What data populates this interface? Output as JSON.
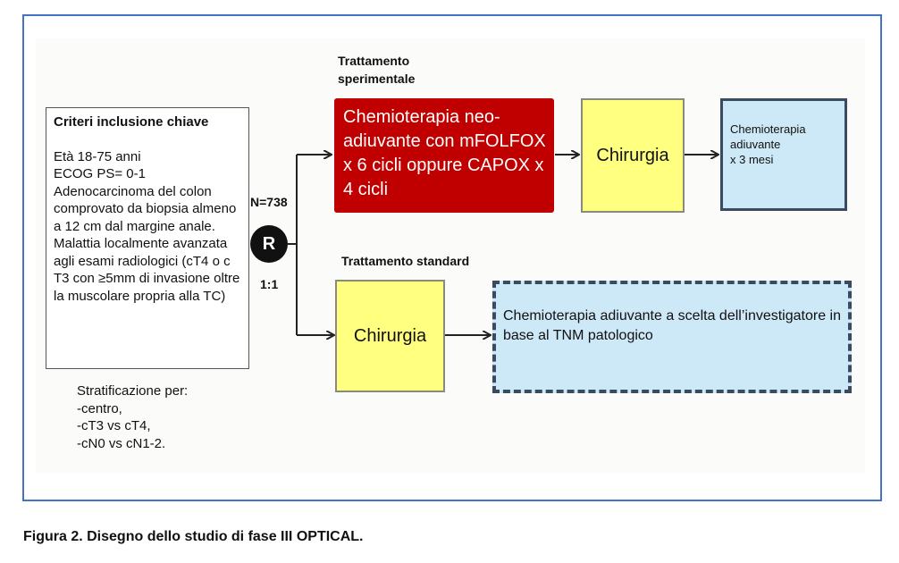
{
  "criteria": {
    "title": "Criteri inclusione chiave",
    "lines": [
      "Età 18-75 anni",
      "ECOG PS= 0-1",
      "Adenocarcinoma del colon comprovato da biopsia almeno a 12 cm dal margine anale.",
      "Malattia localmente avanzata agli esami radiologici (cT4 o c T3 con ≥5mm di invasione oltre la muscolare propria alla TC)"
    ]
  },
  "stratification": {
    "title": "Stratificazione per:",
    "items": [
      "-centro,",
      "-cT3 vs cT4,",
      "-cN0 vs cN1-2."
    ]
  },
  "randomization": {
    "n_label": "N=738",
    "symbol": "R",
    "ratio": "1:1"
  },
  "experimental": {
    "label_line1": "Trattamento",
    "label_line2": "sperimentale",
    "neoadjuvant": "Chemioterapia neo-adiuvante con mFOLFOX x 6 cicli oppure CAPOX x 4 cicli",
    "surgery": "Chirurgia",
    "adjuvant_line1": "Chemioterapia",
    "adjuvant_line2": "adiuvante",
    "adjuvant_line3": "x 3 mesi"
  },
  "standard": {
    "label": "Trattamento standard",
    "surgery": "Chirurgia",
    "adjuvant": "Chemioterapia adiuvante a scelta dell’investigatore in base al TNM patologico"
  },
  "caption": "Figura 2. Disegno dello studio di fase III OPTICAL.",
  "colors": {
    "frame": "#4472c4",
    "neoadjuvant_box": "#c00000",
    "surgery_box": "#ffff80",
    "adjuvant_box": "#cde8f7",
    "border_dark": "#3a4a60"
  }
}
